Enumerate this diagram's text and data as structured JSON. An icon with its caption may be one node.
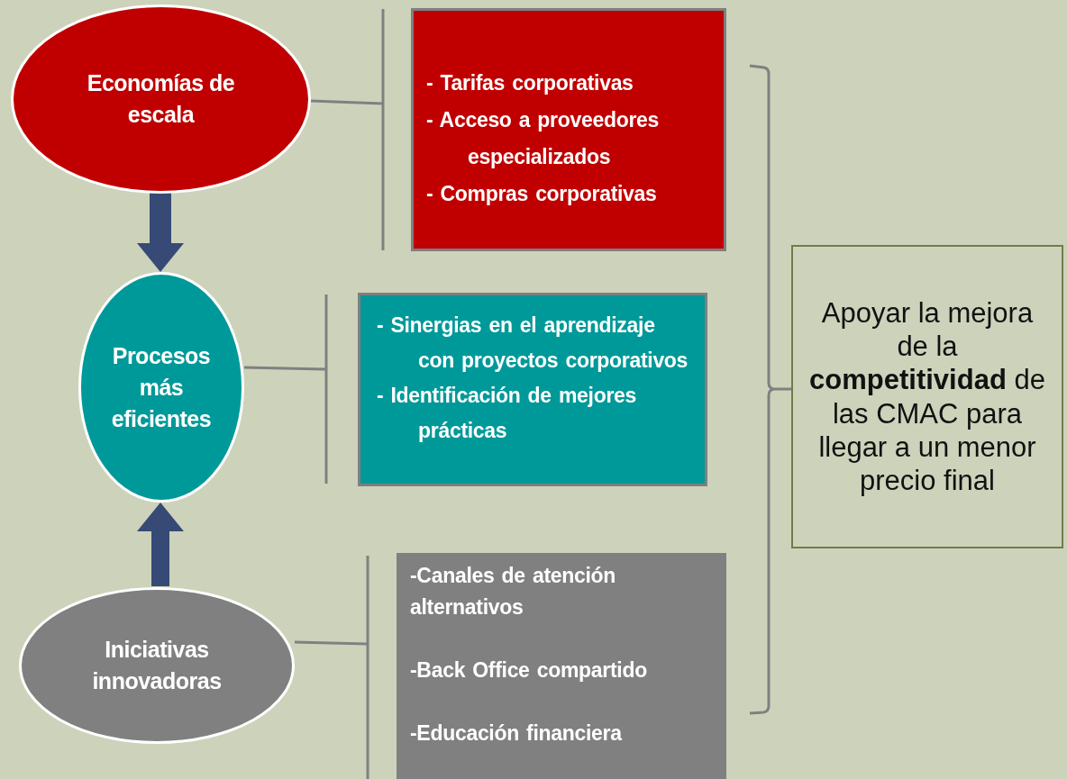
{
  "diagram": {
    "nodes": [
      {
        "text": [
          "Economías de escala"
        ]
      },
      {
        "text": [
          "Procesos más eficientes"
        ]
      },
      {
        "text": [
          "Iniciativas innovadoras"
        ]
      },
      {
        "text": [
          "- Tarifas corporativas",
          "- Acceso a proveedores especializados",
          "- Compras corporativas"
        ]
      },
      {
        "text": [
          "- Sinergias en el aprendizaje con proyectos corporativos",
          "- Identificación de mejores prácticas"
        ]
      },
      {
        "text": [
          "-Canales de atención alternativos",
          "-Back Office compartido",
          "-Educación financiera"
        ]
      },
      {
        "text": [
          "Apoyar la mejora de la **competitividad** de las CMAC para llegar a un menor precio final"
        ]
      }
    ],
    "edges": [
      {
        "from": 0,
        "to": 1,
        "arrow": "to",
        "style": "thick",
        "color": "#364a75"
      },
      {
        "from": 2,
        "to": 1,
        "arrow": "to",
        "style": "thick",
        "color": "#364a75"
      },
      {
        "from": 0,
        "to": 3,
        "arrow": "none"
      },
      {
        "from": 1,
        "to": 4,
        "arrow": "none"
      },
      {
        "from": 2,
        "to": 5,
        "arrow": "none"
      }
    ]
  }
}
